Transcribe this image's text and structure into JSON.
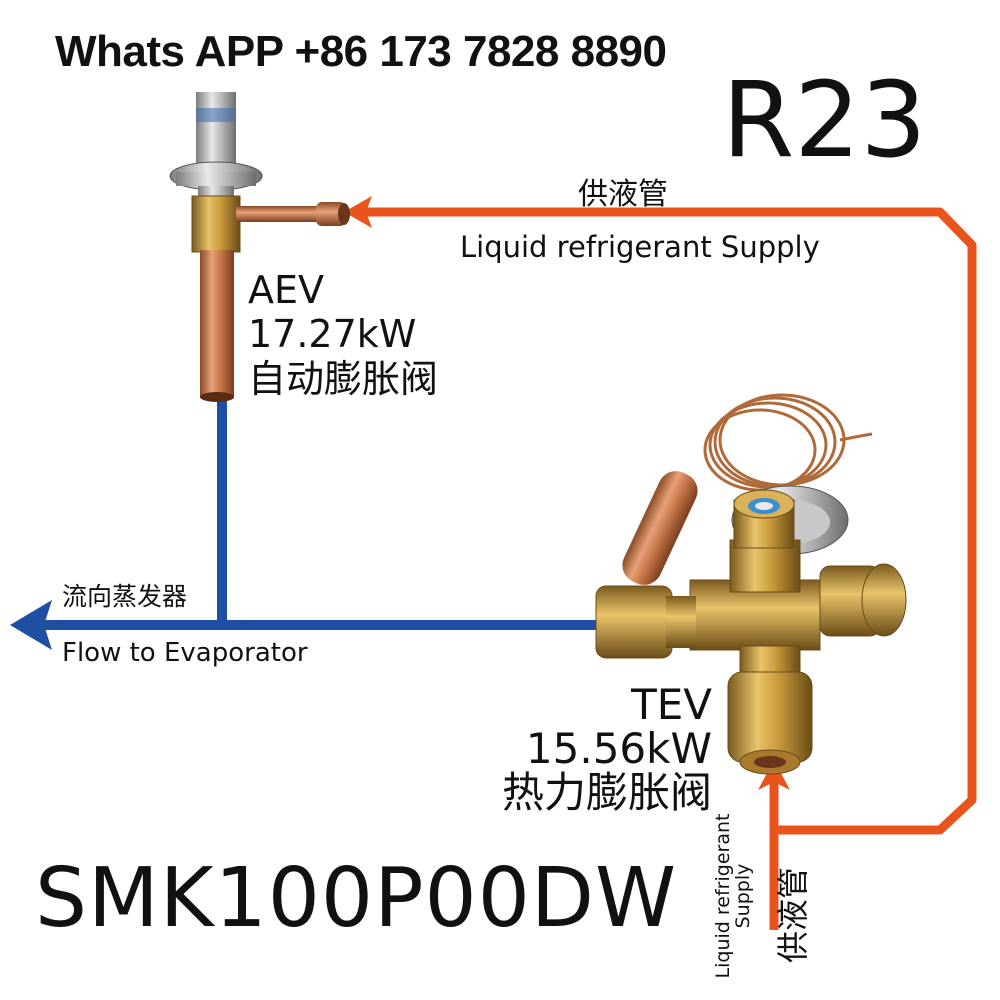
{
  "header": {
    "contact": "Whats APP +86 173 7828 8890",
    "model_code": "R23"
  },
  "supply_label": {
    "cn": "供液管",
    "en": "Liquid refrigerant Supply"
  },
  "aev": {
    "name": "AEV",
    "capacity": "17.27kW",
    "cn": "自动膨胀阀"
  },
  "evaporator": {
    "cn": "流向蒸发器",
    "en": "Flow to Evaporator"
  },
  "tev": {
    "name": "TEV",
    "capacity": "15.56kW",
    "cn": "热力膨胀阀"
  },
  "bottom_supply": {
    "en_line1": "Liquid refrigerant",
    "en_line2": "Supply",
    "cn": "供液管"
  },
  "part_number": "SMK100P00DW",
  "colors": {
    "supply_line": "#e8541c",
    "evaporator_line": "#1e4fa3",
    "brass": "#c99a3c",
    "copper": "#c8784a"
  }
}
